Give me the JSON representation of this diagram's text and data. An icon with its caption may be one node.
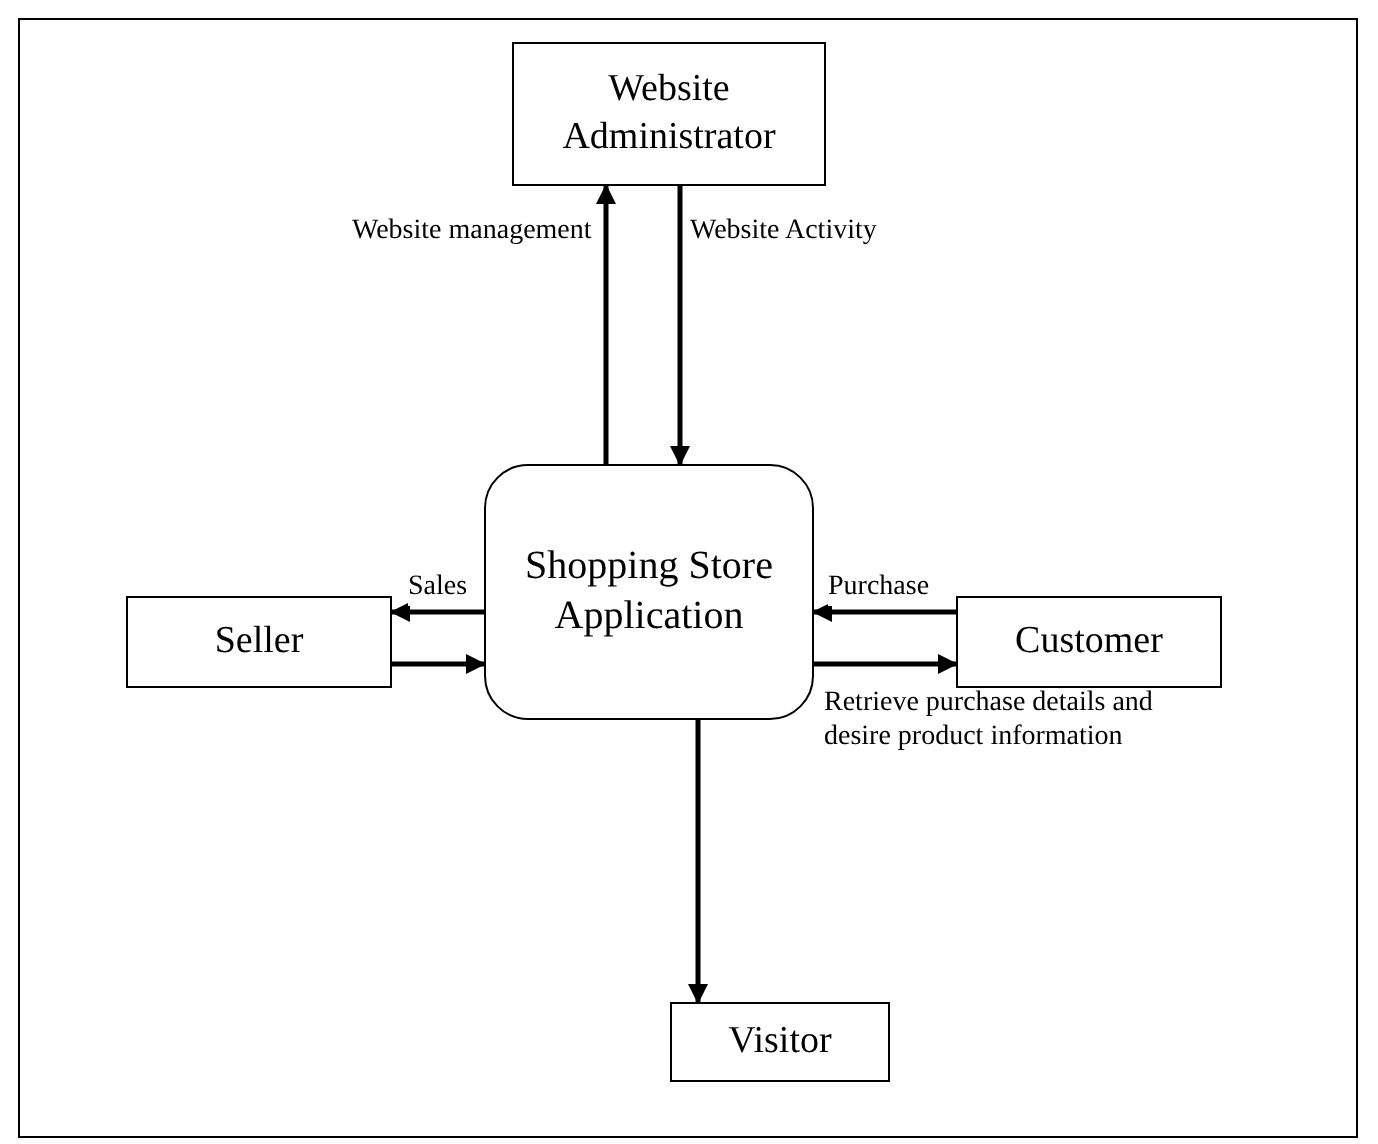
{
  "diagram": {
    "nodes": [
      {
        "text": [
          "Website Administrator"
        ]
      },
      {
        "text": [
          "Seller"
        ]
      },
      {
        "text": [
          "Shopping Store Application"
        ]
      },
      {
        "text": [
          "Customer"
        ]
      },
      {
        "text": [
          "Visitor"
        ]
      }
    ],
    "edges": [
      {
        "from": 2,
        "to": 0,
        "arrow": "to",
        "label": "Website management"
      },
      {
        "from": 0,
        "to": 2,
        "arrow": "to",
        "label": "Website Activity"
      },
      {
        "from": 2,
        "to": 1,
        "arrow": "to",
        "label": "Sales"
      },
      {
        "from": 1,
        "to": 2,
        "arrow": "to"
      },
      {
        "from": 3,
        "to": 2,
        "arrow": "to",
        "label": "Purchase"
      },
      {
        "from": 2,
        "to": 3,
        "arrow": "to",
        "label": "Retrieve purchase details and desire product information"
      },
      {
        "from": 2,
        "to": 4,
        "arrow": "to"
      }
    ]
  }
}
